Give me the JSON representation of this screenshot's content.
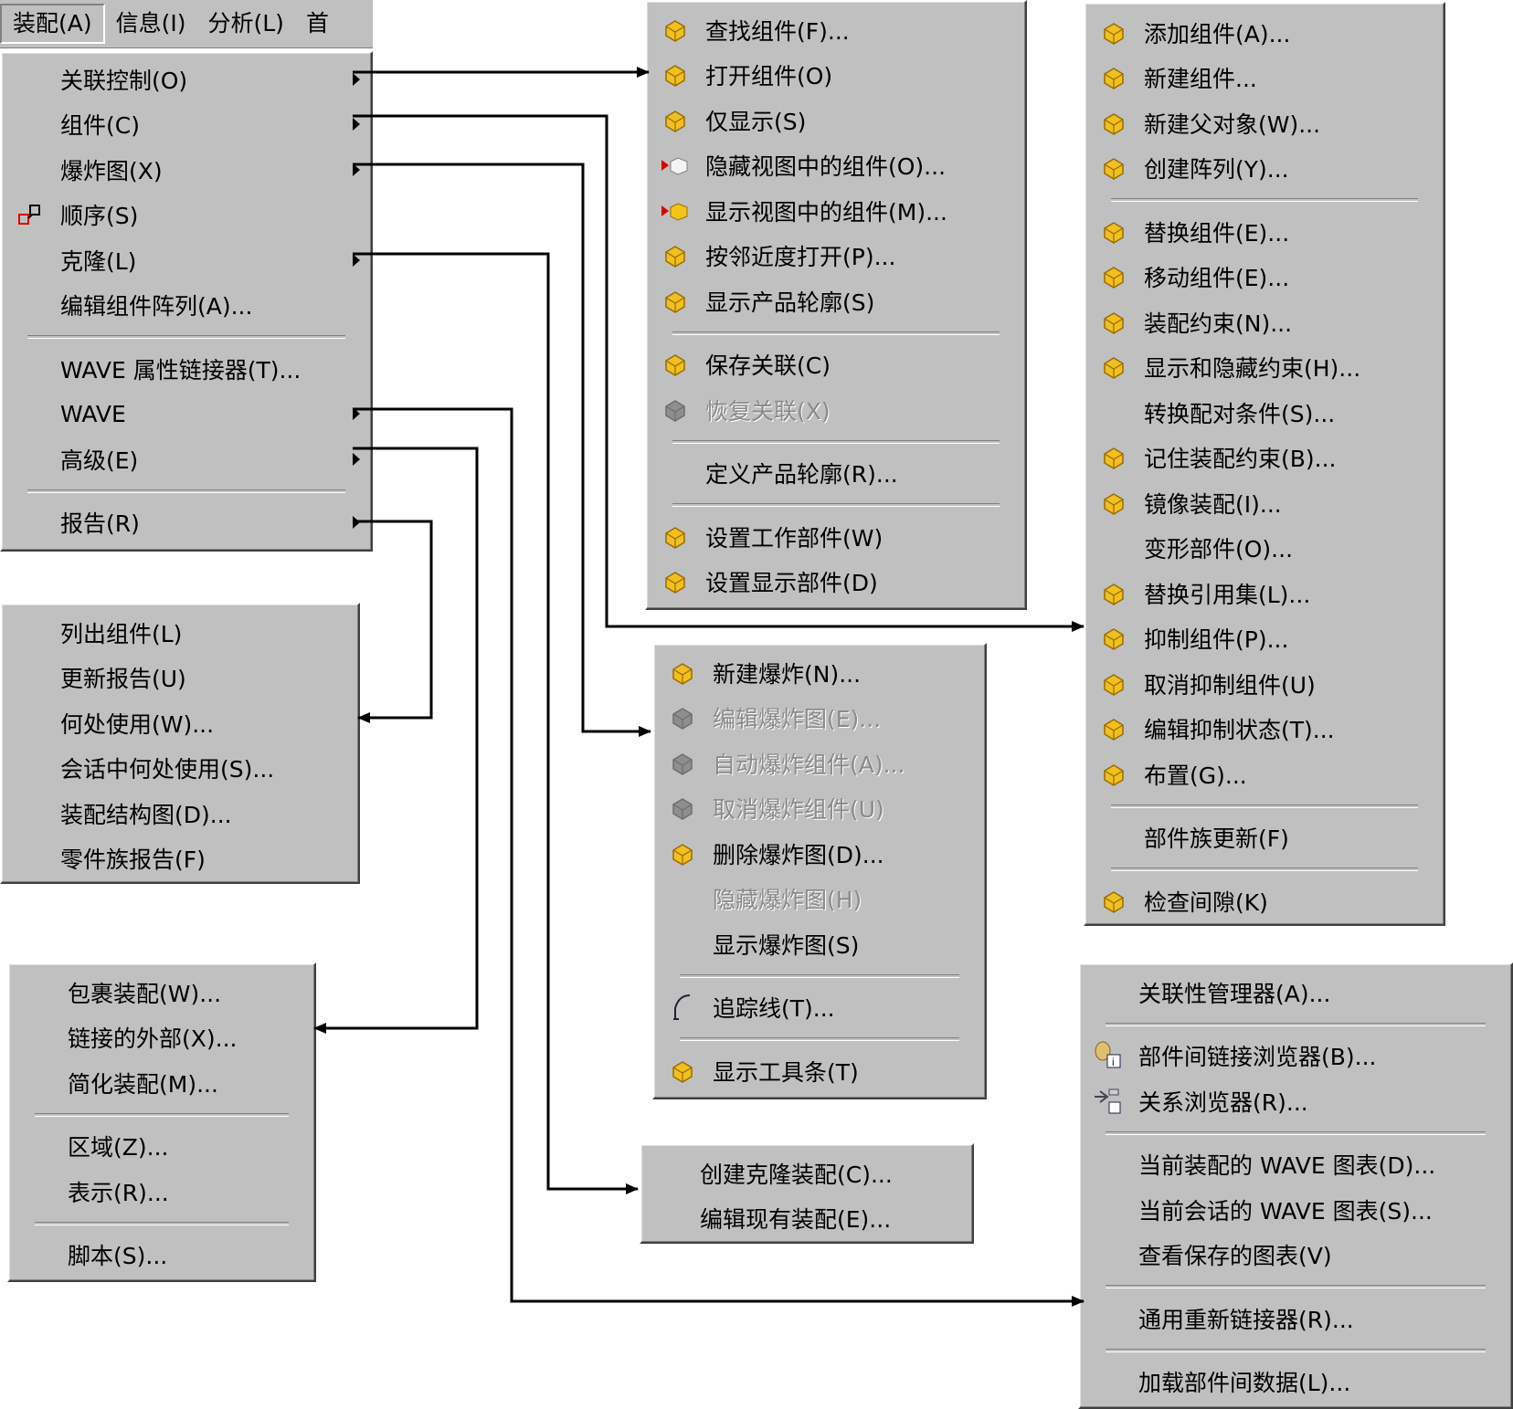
{
  "menubar": {
    "items": [
      "装配(A)",
      "信息(I)",
      "分析(L)",
      "首"
    ]
  },
  "main_menu": [
    {
      "label": "关联控制(O)",
      "sub": true
    },
    {
      "label": "组件(C)",
      "sub": true
    },
    {
      "label": "爆炸图(X)",
      "sub": true
    },
    {
      "label": "顺序(S)",
      "icon": "sequence-icon"
    },
    {
      "label": "克隆(L)",
      "sub": true
    },
    {
      "label": "编辑组件阵列(A)..."
    },
    {
      "sep": true
    },
    {
      "label": "WAVE 属性链接器(T)..."
    },
    {
      "label": "WAVE",
      "sub": true
    },
    {
      "label": "高级(E)",
      "sub": true
    },
    {
      "sep": true
    },
    {
      "label": "报告(R)",
      "sub": true
    }
  ],
  "context_menu": [
    {
      "label": "查找组件(F)...",
      "icon": "find-component-icon"
    },
    {
      "label": "打开组件(O)",
      "icon": "open-component-icon"
    },
    {
      "label": "仅显示(S)",
      "icon": "show-only-icon"
    },
    {
      "label": "隐藏视图中的组件(O)...",
      "icon": "hide-in-view-icon"
    },
    {
      "label": "显示视图中的组件(M)...",
      "icon": "show-in-view-icon"
    },
    {
      "label": "按邻近度打开(P)...",
      "icon": "open-by-proximity-icon"
    },
    {
      "label": "显示产品轮廓(S)",
      "icon": "product-outline-icon"
    },
    {
      "sep": true
    },
    {
      "label": "保存关联(C)",
      "icon": "save-context-icon"
    },
    {
      "label": "恢复关联(X)",
      "icon": "restore-context-icon",
      "disabled": true
    },
    {
      "sep": true
    },
    {
      "label": "定义产品轮廓(R)..."
    },
    {
      "sep": true
    },
    {
      "label": "设置工作部件(W)",
      "icon": "work-part-icon"
    },
    {
      "label": "设置显示部件(D)",
      "icon": "display-part-icon"
    }
  ],
  "components_menu": [
    {
      "label": "添加组件(A)...",
      "icon": "add-component-icon"
    },
    {
      "label": "新建组件...",
      "icon": "new-component-icon"
    },
    {
      "label": "新建父对象(W)...",
      "icon": "new-parent-icon"
    },
    {
      "label": "创建阵列(Y)...",
      "icon": "create-array-icon"
    },
    {
      "sep": true
    },
    {
      "label": "替换组件(E)...",
      "icon": "replace-component-icon"
    },
    {
      "label": "移动组件(E)...",
      "icon": "move-component-icon"
    },
    {
      "label": "装配约束(N)...",
      "icon": "assembly-constraint-icon"
    },
    {
      "label": "显示和隐藏约束(H)...",
      "icon": "show-hide-constraint-icon"
    },
    {
      "label": "转换配对条件(S)..."
    },
    {
      "label": "记住装配约束(B)...",
      "icon": "remember-constraint-icon"
    },
    {
      "label": "镜像装配(I)...",
      "icon": "mirror-assembly-icon"
    },
    {
      "label": "变形部件(O)..."
    },
    {
      "label": "替换引用集(L)...",
      "icon": "replace-refset-icon"
    },
    {
      "label": "抑制组件(P)...",
      "icon": "suppress-component-icon"
    },
    {
      "label": "取消抑制组件(U)",
      "icon": "unsuppress-component-icon"
    },
    {
      "label": "编辑抑制状态(T)...",
      "icon": "edit-suppression-icon"
    },
    {
      "label": "布置(G)...",
      "icon": "arrangement-icon"
    },
    {
      "sep": true
    },
    {
      "label": "部件族更新(F)"
    },
    {
      "sep": true
    },
    {
      "label": "检查间隙(K)",
      "icon": "check-clearance-icon"
    }
  ],
  "explosion_menu": [
    {
      "label": "新建爆炸(N)...",
      "icon": "new-explosion-icon"
    },
    {
      "label": "编辑爆炸图(E)...",
      "icon": "edit-explosion-icon",
      "disabled": true
    },
    {
      "label": "自动爆炸组件(A)...",
      "icon": "auto-explode-icon",
      "disabled": true
    },
    {
      "label": "取消爆炸组件(U)",
      "icon": "unexplode-icon",
      "disabled": true
    },
    {
      "label": "删除爆炸图(D)...",
      "icon": "delete-explosion-icon"
    },
    {
      "label": "隐藏爆炸图(H)",
      "disabled": true
    },
    {
      "label": "显示爆炸图(S)"
    },
    {
      "sep": true
    },
    {
      "label": "追踪线(T)...",
      "icon": "tracelines-icon"
    },
    {
      "sep": true
    },
    {
      "label": "显示工具条(T)",
      "icon": "toolbar-icon"
    }
  ],
  "clone_menu": [
    {
      "label": "创建克隆装配(C)..."
    },
    {
      "label": "编辑现有装配(E)..."
    }
  ],
  "report_menu": [
    {
      "label": "列出组件(L)"
    },
    {
      "label": "更新报告(U)"
    },
    {
      "label": "何处使用(W)..."
    },
    {
      "label": "会话中何处使用(S)..."
    },
    {
      "label": "装配结构图(D)..."
    },
    {
      "label": "零件族报告(F)"
    }
  ],
  "advanced_menu": [
    {
      "label": "包裹装配(W)..."
    },
    {
      "label": "链接的外部(X)..."
    },
    {
      "label": "简化装配(M)..."
    },
    {
      "sep": true
    },
    {
      "label": "区域(Z)..."
    },
    {
      "label": "表示(R)..."
    },
    {
      "sep": true
    },
    {
      "label": "脚本(S)..."
    }
  ],
  "wave_menu": [
    {
      "label": "关联性管理器(A)..."
    },
    {
      "sep": true
    },
    {
      "label": "部件间链接浏览器(B)...",
      "icon": "interpart-link-browser-icon"
    },
    {
      "label": "关系浏览器(R)...",
      "icon": "relation-browser-icon"
    },
    {
      "sep": true
    },
    {
      "label": "当前装配的 WAVE 图表(D)..."
    },
    {
      "label": "当前会话的 WAVE 图表(S)..."
    },
    {
      "label": "查看保存的图表(V)"
    },
    {
      "sep": true
    },
    {
      "label": "通用重新链接器(R)..."
    },
    {
      "sep": true
    },
    {
      "label": "加载部件间数据(L)..."
    }
  ]
}
